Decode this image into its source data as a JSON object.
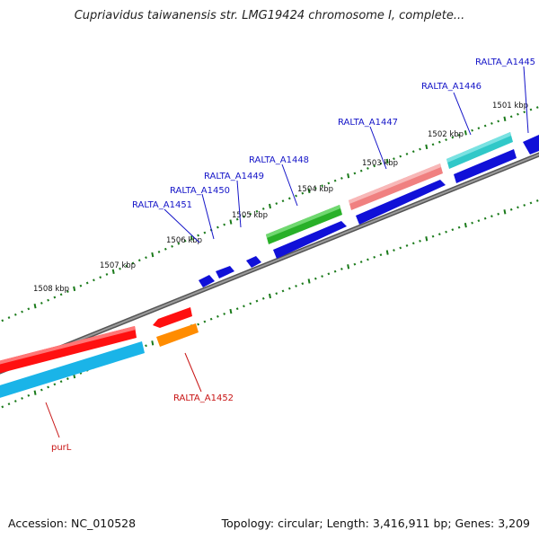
{
  "title": "Cupriavidus taiwanensis str. LMG19424 chromosome I, complete...",
  "footer": {
    "accession": "Accession: NC_010528",
    "topology": "Topology: circular; Length: 3,416,911 bp; Genes: 3,209"
  },
  "colors": {
    "backbone": "#808080",
    "tick": "#1a7a1a",
    "label_blue": "#1414c8",
    "label_red": "#c81414"
  },
  "kbp_labels": [
    "1501 kbp",
    "1502 kbp",
    "1503 kbp",
    "1504 kbp",
    "1505 kbp",
    "1506 kbp",
    "1507 kbp",
    "1508 kbp"
  ],
  "gene_labels": [
    {
      "text": "RALTA_A1445",
      "color": "#1414c8"
    },
    {
      "text": "RALTA_A1446",
      "color": "#1414c8"
    },
    {
      "text": "RALTA_A1447",
      "color": "#1414c8"
    },
    {
      "text": "RALTA_A1448",
      "color": "#1414c8"
    },
    {
      "text": "RALTA_A1449",
      "color": "#1414c8"
    },
    {
      "text": "RALTA_A1450",
      "color": "#1414c8"
    },
    {
      "text": "RALTA_A1451",
      "color": "#1414c8"
    },
    {
      "text": "RALTA_A1452",
      "color": "#c81414"
    },
    {
      "text": "purL",
      "color": "#c81414"
    }
  ],
  "features": [
    {
      "name": "RALTA_A1445",
      "color": "#00008b",
      "strand": "top"
    },
    {
      "name": "RALTA_A1446",
      "color": "#30c8c8",
      "strand": "top"
    },
    {
      "name": "RALTA_A1447",
      "color": "#f08080",
      "strand": "top"
    },
    {
      "name": "RALTA_A1448",
      "color": "#30b030",
      "strand": "top"
    },
    {
      "name": "RALTA_A1452",
      "color": "#ff1010",
      "strand": "bottom"
    },
    {
      "name": "purL",
      "color": "#ff1010",
      "strand": "bottom"
    }
  ]
}
